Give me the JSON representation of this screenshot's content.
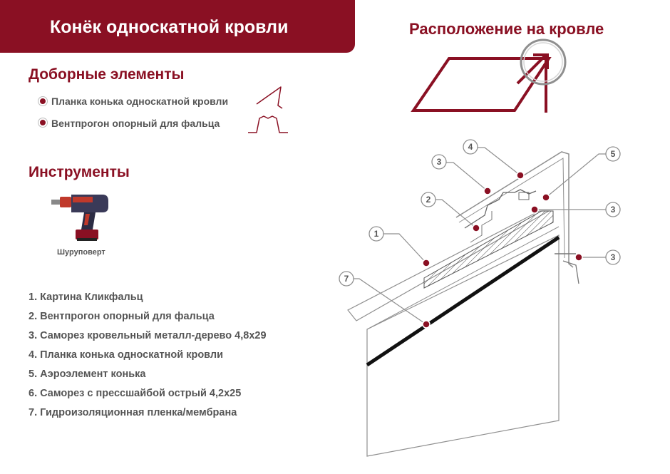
{
  "header": {
    "title": "Конёк односкатной кровли"
  },
  "location": {
    "title": "Расположение на кровле"
  },
  "additional": {
    "title": "Доборные элементы",
    "items": [
      {
        "label": "Планка конька односкатной кровли",
        "icon": "ridge-strip-profile-icon"
      },
      {
        "label": "Вентпрогон опорный для фальца",
        "icon": "vent-purlin-profile-icon"
      }
    ]
  },
  "tools": {
    "title": "Инструменты",
    "items": [
      {
        "label": "Шуруповерт",
        "icon": "screwdriver-drill-icon"
      }
    ]
  },
  "legend": [
    "1. Картина Кликфальц",
    "2. Вентпрогон опорный для фальца",
    "3. Саморез кровельный металл-дерево 4,8x29",
    "4. Планка конька односкатной кровли",
    "5. Аэроэлемент конька",
    "6. Саморез с прессшайбой острый 4,2x25",
    "7. Гидроизоляционная пленка/мембрана"
  ],
  "callouts": [
    "1",
    "2",
    "3",
    "3",
    "3",
    "4",
    "5",
    "7"
  ],
  "colors": {
    "accent": "#8a1023",
    "text": "#555555",
    "line": "#8f8f8f"
  }
}
